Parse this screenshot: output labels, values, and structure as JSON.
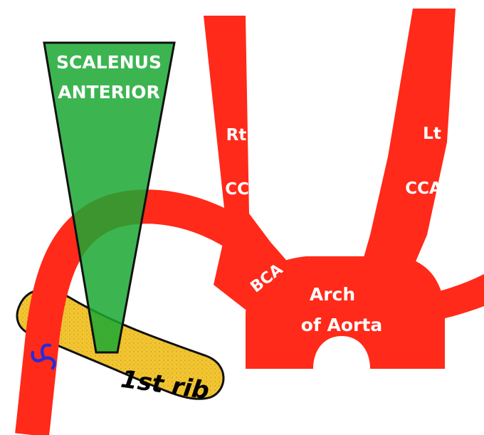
{
  "diagram": {
    "labels": {
      "scalenus_line1": "SCALENUS",
      "scalenus_line2": "ANTERIOR",
      "rt_line1": "Rt",
      "rt_line2": "CCA",
      "lt_line1": "Lt",
      "lt_line2": "CCA",
      "bca": "BCA",
      "arch_line1": "Arch",
      "arch_line2": "of Aorta",
      "rib": "1st rib"
    },
    "colors": {
      "artery": "#ff2a1a",
      "muscle": "#1aa832",
      "rib": "#f2c531",
      "outline": "#111111",
      "label_text": "#ffffff",
      "rib_text": "#000000",
      "ring_icon": "#2a2ad8"
    },
    "icons": {
      "ring_symbol": "triskelion-icon"
    }
  }
}
